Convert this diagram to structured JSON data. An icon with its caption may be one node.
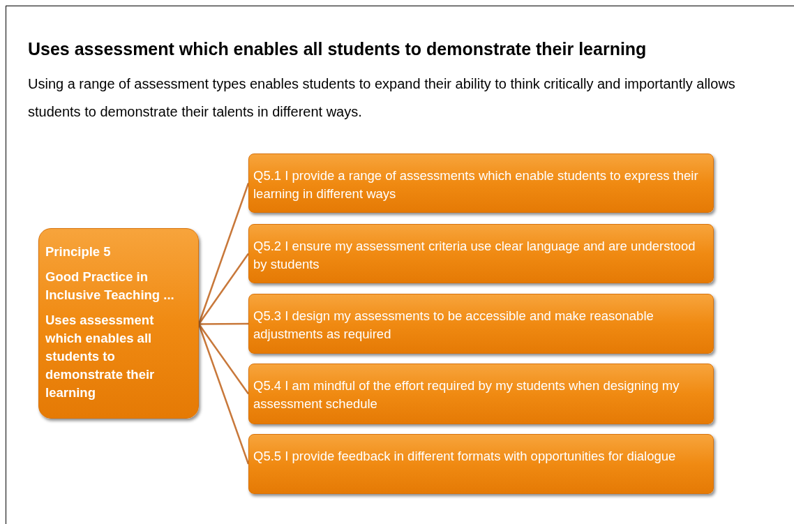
{
  "diagram": {
    "title": "Uses assessment which enables all students to demonstrate their learning",
    "nodes": [
      {
        "text": [
          "Principle  5",
          "Good Practice in Inclusive Teaching ...",
          "Uses assessment which enables all students to demonstrate their learning"
        ]
      },
      {
        "text": [
          "Q5.1 I provide a range of assessments which enable students to express their learning in different ways"
        ]
      },
      {
        "text": [
          "Q5.2 I ensure my assessment criteria use clear language and are understood by students"
        ]
      },
      {
        "text": [
          "Q5.3 I design my assessments to be accessible and make reasonable adjustments as required"
        ]
      },
      {
        "text": [
          "Q5.4 I am mindful of the effort required by my students when designing my assessment schedule"
        ]
      },
      {
        "text": [
          "Q5.5 I provide feedback in different formats with opportunities for dialogue"
        ]
      }
    ],
    "edges": [
      {
        "from": 0,
        "to": 1,
        "arrow": "none"
      },
      {
        "from": 0,
        "to": 2,
        "arrow": "none"
      },
      {
        "from": 0,
        "to": 3,
        "arrow": "none"
      },
      {
        "from": 0,
        "to": 4,
        "arrow": "none"
      },
      {
        "from": 0,
        "to": 5,
        "arrow": "none"
      }
    ],
    "labels": [
      "Using a range of assessment types enables students to expand their ability to think critically and importantly allows students to demonstrate their talents in different ways."
    ]
  }
}
